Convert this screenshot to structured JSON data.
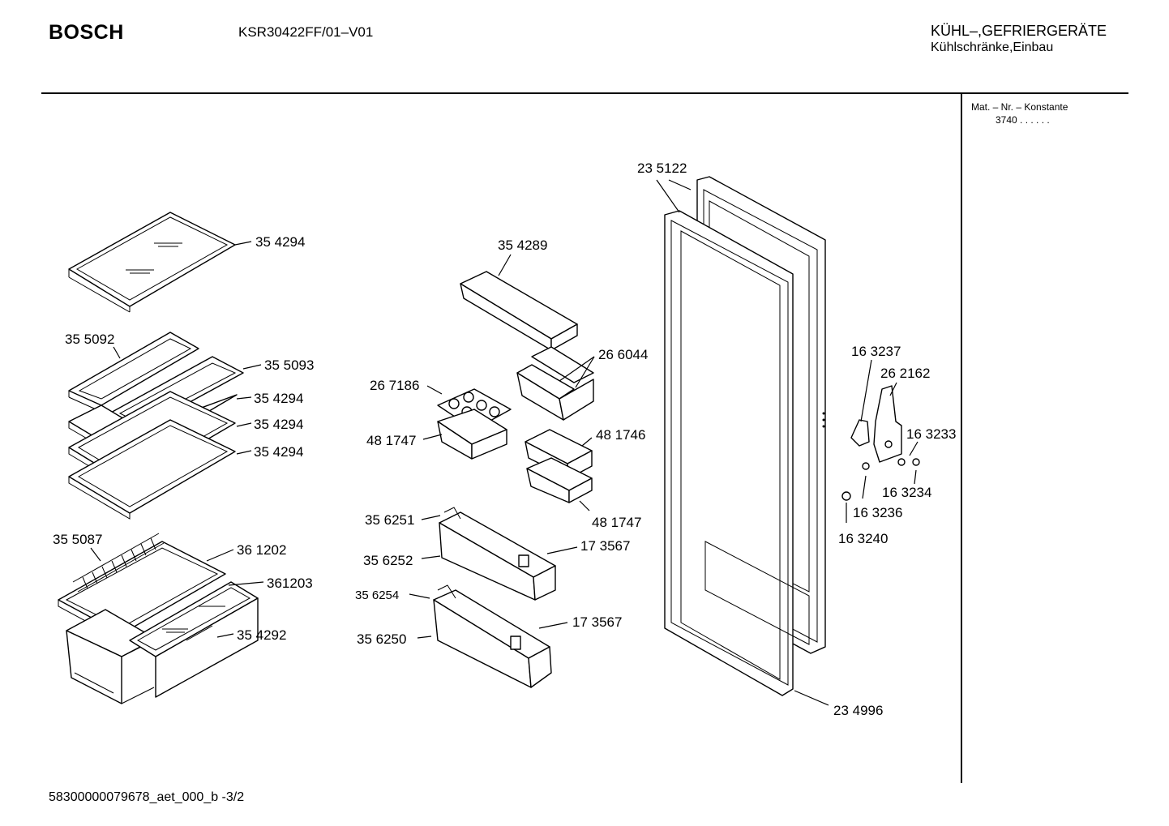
{
  "header": {
    "brand": "BOSCH",
    "model": "KSR30422FF/01–V01",
    "category_line1": "KÜHL–,GEFRIERGERÄTE",
    "category_line2": "Kühlschränke,Einbau"
  },
  "sidebar": {
    "mat_label": "Mat. – Nr. – Konstante",
    "mat_value": "3740  .  .   .  .  .  ."
  },
  "footer": {
    "doc_id": "58300000079678_aet_000_b -3/2"
  },
  "parts": {
    "p01": "35 4294",
    "p02": "35 5092",
    "p03": "35 5093",
    "p04": "35 4294",
    "p05": "35 4294",
    "p06": "35 4294",
    "p07": "35 5087",
    "p08": "36 1202",
    "p09": "361203",
    "p10": "35 4292",
    "p11": "35 4289",
    "p12": "26 6044",
    "p13": "26 7186",
    "p14": "48 1747",
    "p15": "48 1746",
    "p16": "48 1747",
    "p17": "35 6251",
    "p18": "17 3567",
    "p19": "35 6252",
    "p20": "35 6254",
    "p21": "17 3567",
    "p22": "35 6250",
    "p23": "23 5122",
    "p24": "23 4996",
    "p25": "16 3237",
    "p26": "26 2162",
    "p27": "16 3233",
    "p28": "16 3234",
    "p29": "16 3236",
    "p30": "16 3240"
  }
}
